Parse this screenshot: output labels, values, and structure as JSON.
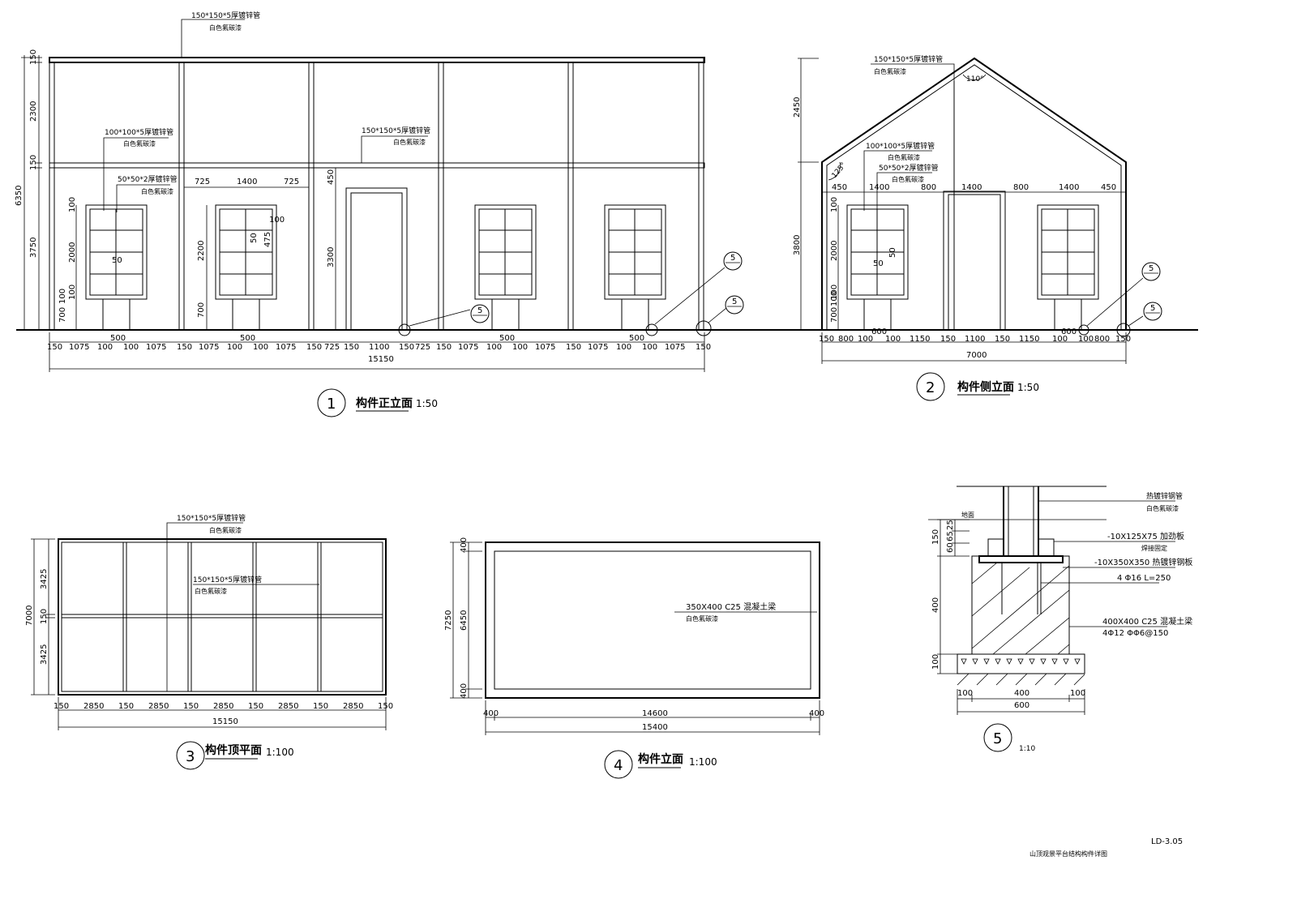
{
  "drawings": {
    "d1": {
      "number": "1",
      "title": "构件正立面",
      "scale": "1:50",
      "notes": {
        "top_pipe": "150*150*5厚镀锌管",
        "top_finish": "白色氟碳漆",
        "win_pipe": "100*100*5厚镀锌管",
        "win_finish": "白色氟碳漆",
        "sub_pipe": "50*50*2厚镀锌管",
        "sub_finish": "白色氟碳漆",
        "door_pipe": "150*150*5厚镀锌管",
        "door_finish": "白色氟碳漆"
      },
      "dims_left": [
        "150",
        "2300",
        "150",
        "3750",
        "6350",
        "100",
        "2000",
        "100",
        "700",
        "100"
      ],
      "dims_mid": [
        "725",
        "1400",
        "725",
        "2200",
        "700",
        "100",
        "475",
        "450",
        "3300"
      ],
      "win_inner": [
        "50",
        "50"
      ],
      "bottom_small": [
        "500",
        "500",
        "500",
        "500"
      ],
      "bottom_row": [
        "150",
        "1075",
        "100",
        "100",
        "1075",
        "150",
        "1075",
        "100",
        "100",
        "1075",
        "150",
        "725",
        "150",
        "1100",
        "150",
        "725",
        "150",
        "1075",
        "100",
        "100",
        "1075",
        "150",
        "1075",
        "100",
        "100",
        "1075",
        "150"
      ],
      "total": "15150",
      "callouts": [
        "5",
        "5",
        "5"
      ]
    },
    "d2": {
      "number": "2",
      "title": "构件侧立面",
      "scale": "1:50",
      "notes": {
        "top_pipe": "150*150*5厚镀锌管",
        "top_finish": "白色氟碳漆",
        "angle_top": "110°",
        "angle_left": "125°",
        "win_pipe": "100*100*5厚镀锌管",
        "win_finish": "白色氟碳漆",
        "sub_pipe": "50*50*2厚镀锌管",
        "sub_finish": "白色氟碳漆"
      },
      "dims_left": [
        "2450",
        "3800",
        "100",
        "2000",
        "100",
        "700",
        "100"
      ],
      "top_row": [
        "450",
        "1400",
        "800",
        "1400",
        "800",
        "1400",
        "450"
      ],
      "win_inner": [
        "50",
        "50"
      ],
      "bottom_small": [
        "600",
        "600"
      ],
      "bottom_row": [
        "150",
        "800",
        "100",
        "100",
        "1150",
        "150",
        "1100",
        "150",
        "1150",
        "100",
        "100",
        "800",
        "150"
      ],
      "total": "7000",
      "callouts": [
        "5",
        "5"
      ]
    },
    "d3": {
      "number": "3",
      "title": "构件顶平面",
      "scale": "1:100",
      "notes": {
        "top_pipe": "150*150*5厚镀锌管",
        "top_finish": "白色氟碳漆",
        "mid_pipe": "150*150*5厚镀锌管",
        "mid_finish": "白色氟碳漆"
      },
      "dims_left": [
        "3425",
        "150",
        "3425",
        "7000"
      ],
      "bottom_row": [
        "150",
        "2850",
        "150",
        "2850",
        "150",
        "2850",
        "150",
        "2850",
        "150",
        "2850",
        "150"
      ],
      "total": "15150"
    },
    "d4": {
      "number": "4",
      "title": "构件立面",
      "scale": "1:100",
      "notes": {
        "beam": "350X400 C25 混凝土梁",
        "finish": "白色氟碳漆"
      },
      "dims_left": [
        "400",
        "6450",
        "400",
        "7250"
      ],
      "bottom_row": [
        "400",
        "14600",
        "400"
      ],
      "total": "15400"
    },
    "d5": {
      "number": "5",
      "title": "",
      "scale": "1:10",
      "notes": {
        "n1": "热镀锌钢管",
        "n2": "白色氟碳漆",
        "ground": "地面",
        "n3": "-10X125X75 加劲板",
        "n4": "焊接固定",
        "n5": "-10X350X350 热镀锌钢板",
        "n6": "4 Φ16 L=250",
        "n7": "400X400 C25 混凝土梁",
        "n8": "4Φ12 ΦΦ6@150"
      },
      "dims_left": [
        "150",
        "60",
        "65",
        "25",
        "400",
        "100"
      ],
      "bottom_row": [
        "100",
        "400",
        "100"
      ],
      "total": "600"
    }
  },
  "sheet": {
    "code": "LD-3.05",
    "caption": "山顶观景平台结构构件详图"
  }
}
